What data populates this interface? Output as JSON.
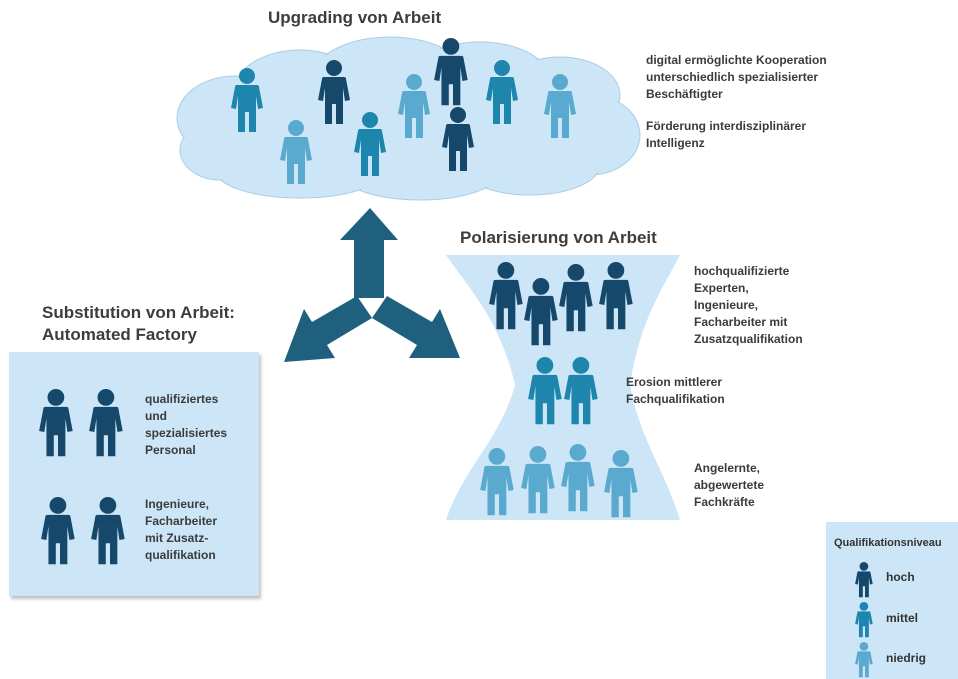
{
  "colors": {
    "dark": "#16486b",
    "mid": "#1e86ad",
    "light": "#5aaacf",
    "panel": "#cde6f7",
    "arrow": "#20607f"
  },
  "upgrading": {
    "title": "Upgrading von Arbeit",
    "text1": [
      "digital ermöglichte Kooperation",
      "unterschiedlich spezialisierter",
      "Beschäftigter"
    ],
    "text2": [
      "Förderung interdisziplinärer",
      "Intelligenz"
    ]
  },
  "polarisierung": {
    "title": "Polarisierung von Arbeit",
    "top_text": [
      "hochqualifizierte",
      "Experten,",
      "Ingenieure,",
      "Facharbeiter mit",
      "Zusatzqualifikation"
    ],
    "mid_text": [
      "Erosion mittlerer",
      "Fachqualifikation"
    ],
    "bottom_text": [
      "Angelernte,",
      "abgewertete",
      "Fachkräfte"
    ]
  },
  "substitution": {
    "title_line1": "Substitution von Arbeit:",
    "title_line2": "Automated Factory",
    "group1_text": [
      "qualifiziertes",
      "und",
      "spezialisiertes",
      "Personal"
    ],
    "group2_text": [
      "Ingenieure,",
      "Facharbeiter",
      "mit Zusatz-",
      "qualifikation"
    ]
  },
  "legend": {
    "title": "Qualifikationsniveau",
    "items": [
      {
        "label": "hoch",
        "level": "dark"
      },
      {
        "label": "mittel",
        "level": "mid"
      },
      {
        "label": "niedrig",
        "level": "light"
      }
    ]
  },
  "icons": [
    "person-icon",
    "arrow-icon"
  ]
}
